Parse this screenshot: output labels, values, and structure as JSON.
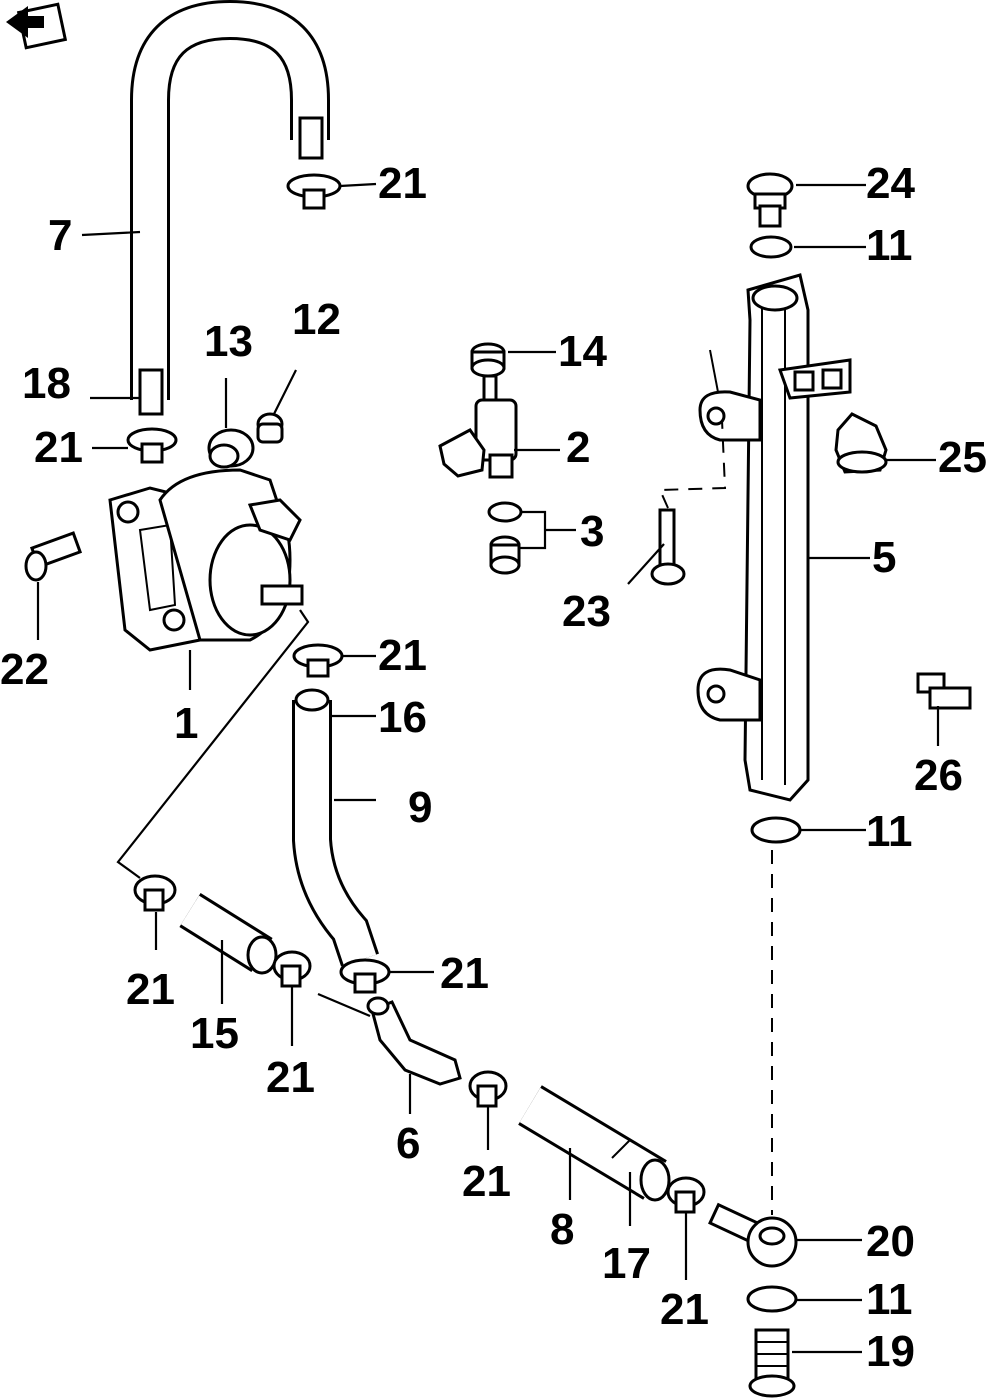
{
  "diagram": {
    "direction_icon": "front-arrow-icon",
    "colors": {
      "ink": "#000000",
      "paper": "#ffffff"
    },
    "labels": {
      "p1": "1",
      "p2": "2",
      "p3": "3",
      "p5": "5",
      "p6": "6",
      "p7": "7",
      "p8": "8",
      "p9": "9",
      "p11a": "11",
      "p11b": "11",
      "p11c": "11",
      "p12": "12",
      "p13": "13",
      "p14": "14",
      "p15": "15",
      "p16": "16",
      "p17": "17",
      "p18": "18",
      "p19": "19",
      "p20": "20",
      "p21a": "21",
      "p21b": "21",
      "p21c": "21",
      "p21d": "21",
      "p21e": "21",
      "p21f": "21",
      "p21g": "21",
      "p21h": "21",
      "p22": "22",
      "p23": "23",
      "p24": "24",
      "p25": "25",
      "p26": "26"
    }
  }
}
